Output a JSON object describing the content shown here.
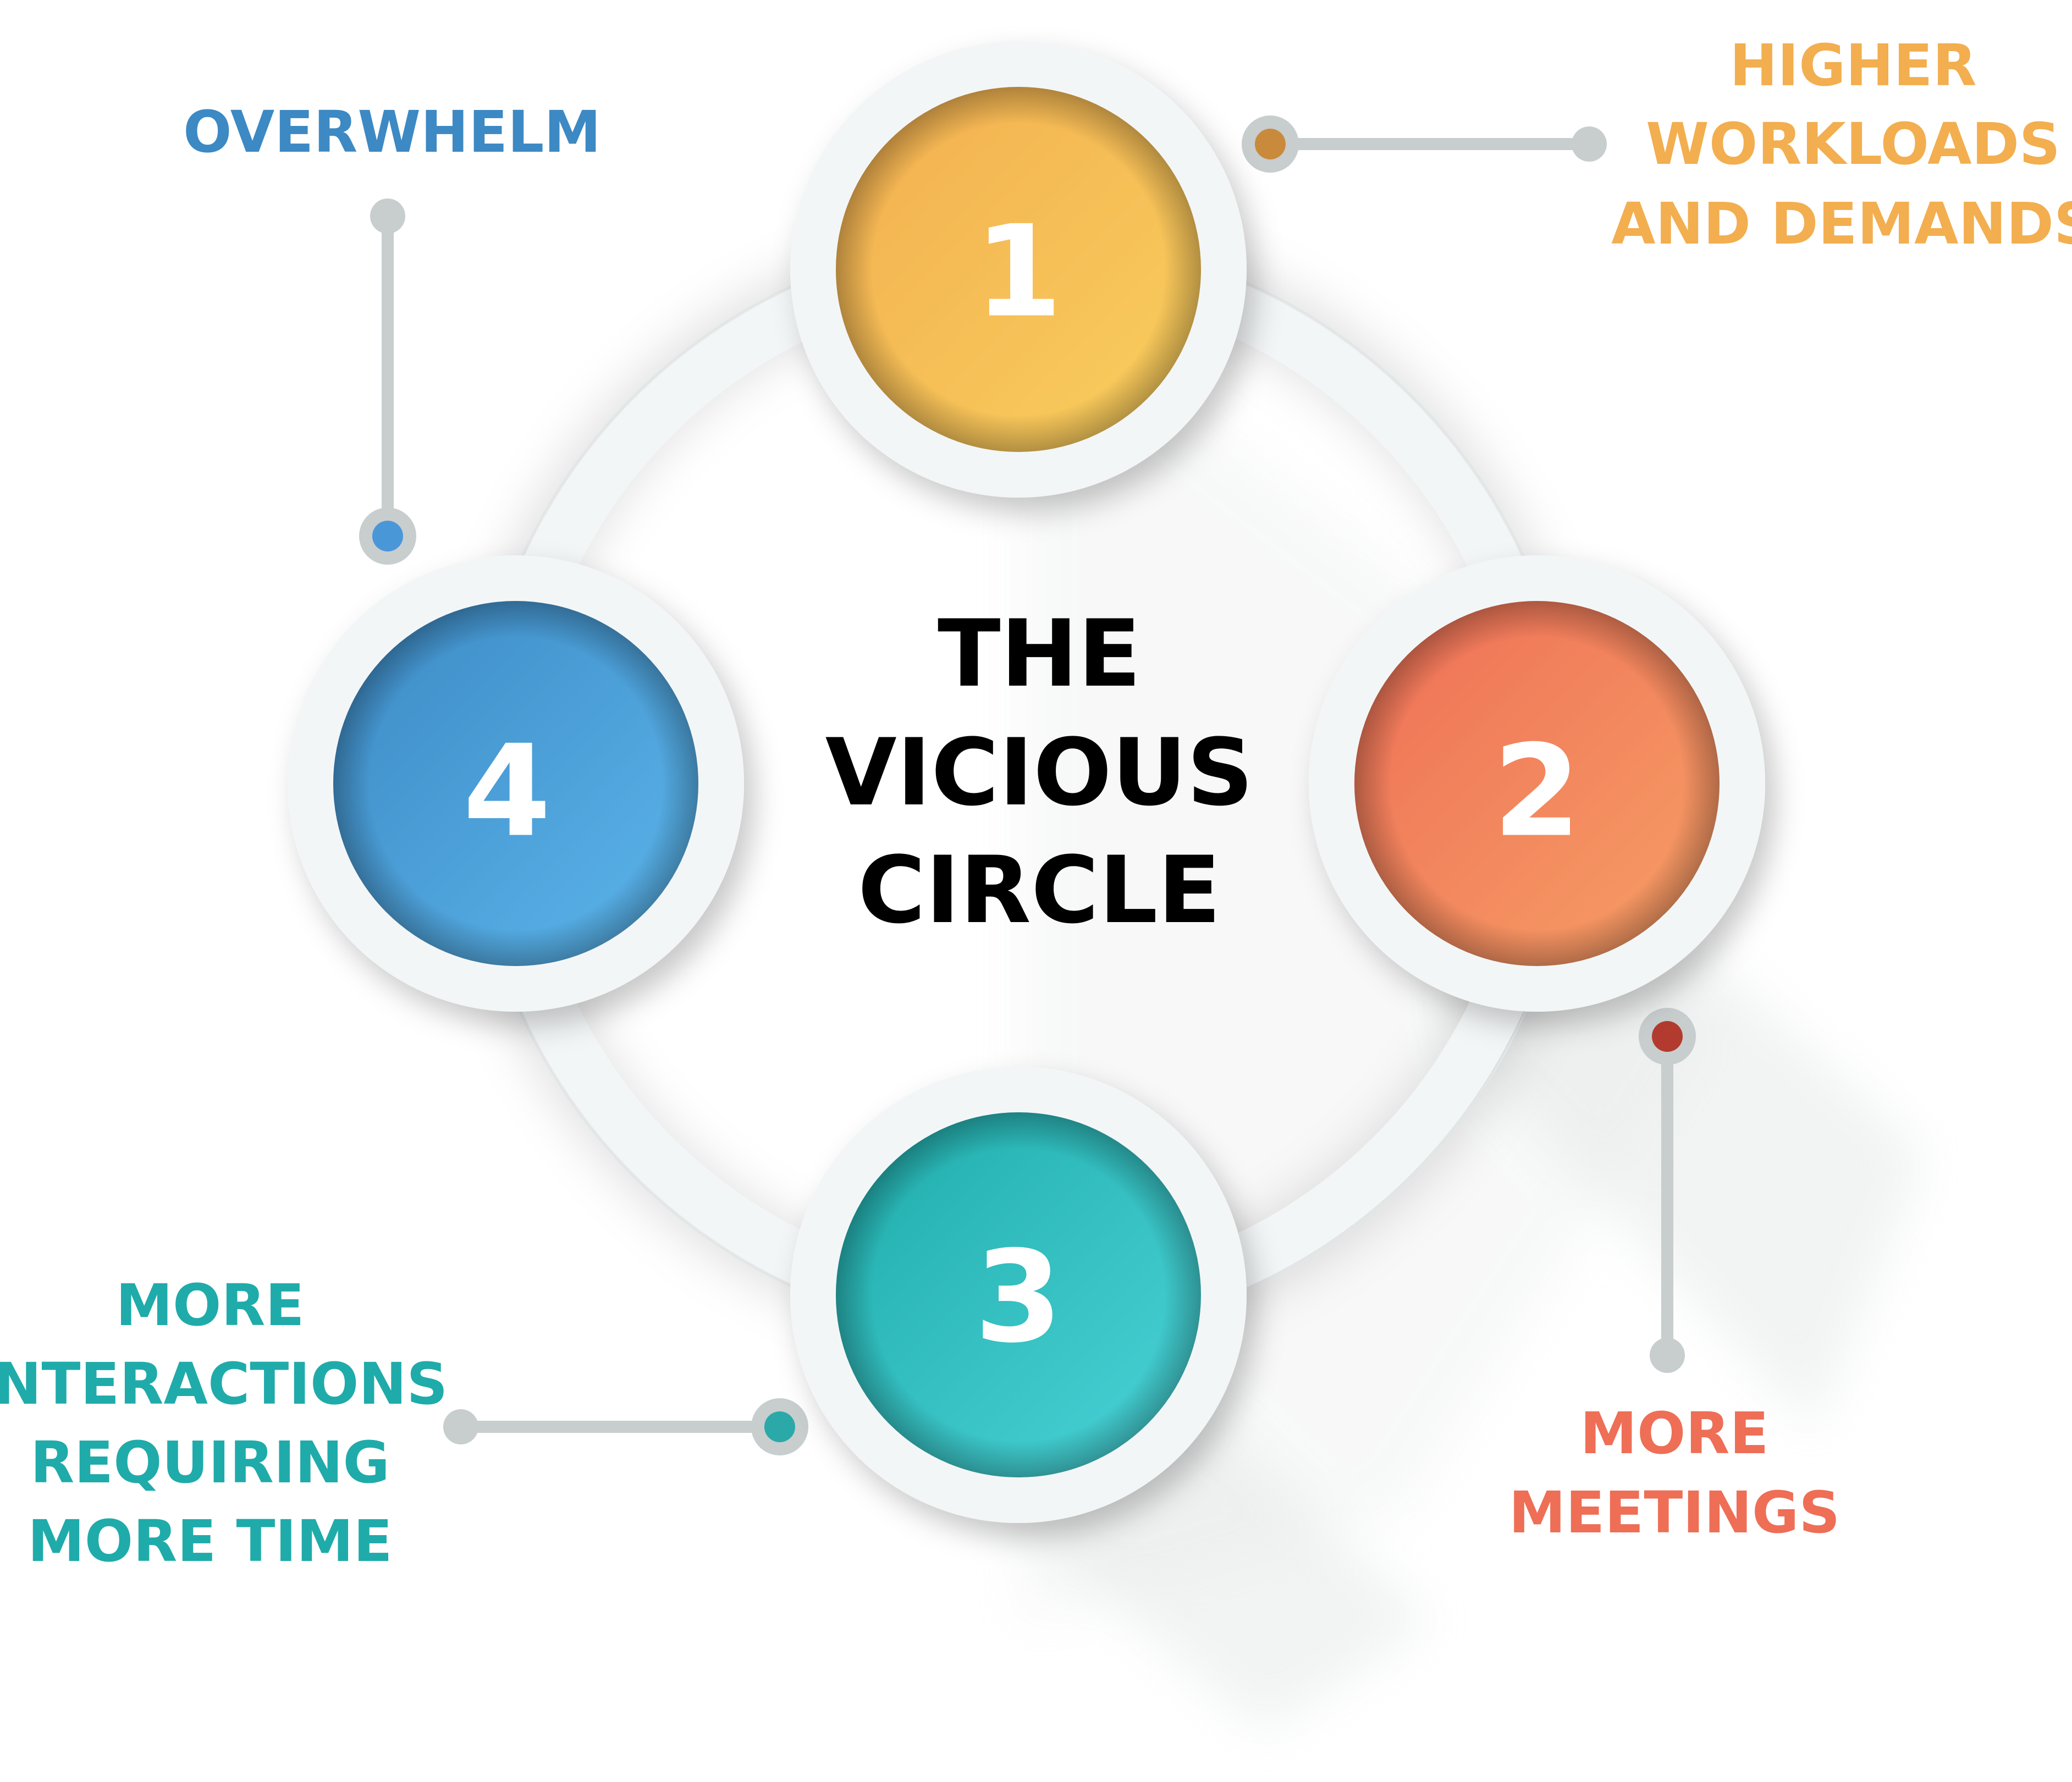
{
  "title": [
    "THE",
    "VICIOUS",
    "CIRCLE"
  ],
  "steps": [
    {
      "number": "1",
      "label_lines": [
        "HIGHER",
        "WORKLOADS",
        "AND DEMANDS"
      ],
      "color": "#F2AE4F",
      "color_light": "#F9CF5E"
    },
    {
      "number": "2",
      "label_lines": [
        "MORE",
        "MEETINGS"
      ],
      "color": "#EE6E56",
      "color_light": "#F7A066"
    },
    {
      "number": "3",
      "label_lines": [
        "MORE",
        "INTERACTIONS",
        "REQUIRING",
        "MORE TIME"
      ],
      "color": "#1FABAA",
      "color_light": "#4BD4D8"
    },
    {
      "number": "4",
      "label_lines": [
        "OVERWHELM"
      ],
      "color": "#3C89C4",
      "color_light": "#5CB6EC"
    }
  ],
  "connector_dot_colors": {
    "1": "#C98A3C",
    "2": "#B23A2E",
    "3": "#2AA9A8",
    "4": "#4A97D8"
  },
  "ring_color": "#F3F6F7",
  "connector_color": "#C8CDCE"
}
